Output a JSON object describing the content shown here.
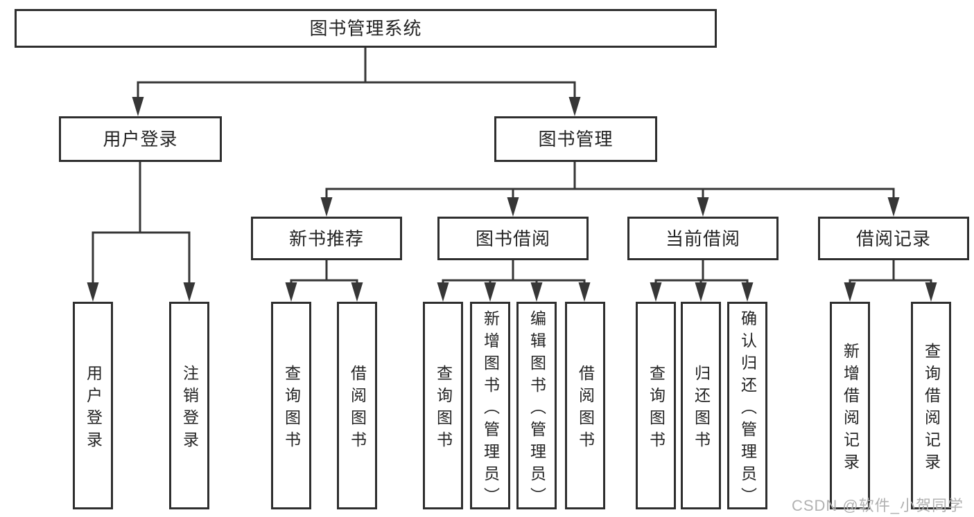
{
  "colors": {
    "background": "#ffffff",
    "line": "#363636",
    "box_border": "#2e2e2e",
    "text": "#232323",
    "watermark": "#b1b1b1"
  },
  "nodes": {
    "root": "图书管理系统",
    "l2_user_login": "用户登录",
    "l2_book_management": "图书管理",
    "l3_new_book_recommend": "新书推荐",
    "l3_book_borrow": "图书借阅",
    "l3_current_borrow": "当前借阅",
    "l3_borrow_records": "借阅记录",
    "l4_user_login": "用户登录",
    "l4_logout": "注销登录",
    "l4_nb_query_book": "查询图书",
    "l4_nb_borrow_book": "借阅图书",
    "l4_bb_query_book": "查询图书",
    "l4_bb_add_book": "新增图书（管理员）",
    "l4_bb_edit_book": "编辑图书（管理员）",
    "l4_bb_borrow_book": "借阅图书",
    "l4_cb_query_book": "查询图书",
    "l4_cb_return_book": "归还图书",
    "l4_cb_confirm_return": "确认归还（管理员）",
    "l4_br_add_record": "新增借阅记录",
    "l4_br_query_record": "查询借阅记录"
  },
  "watermark": {
    "text": "CSDN @软件_小贺同学"
  }
}
